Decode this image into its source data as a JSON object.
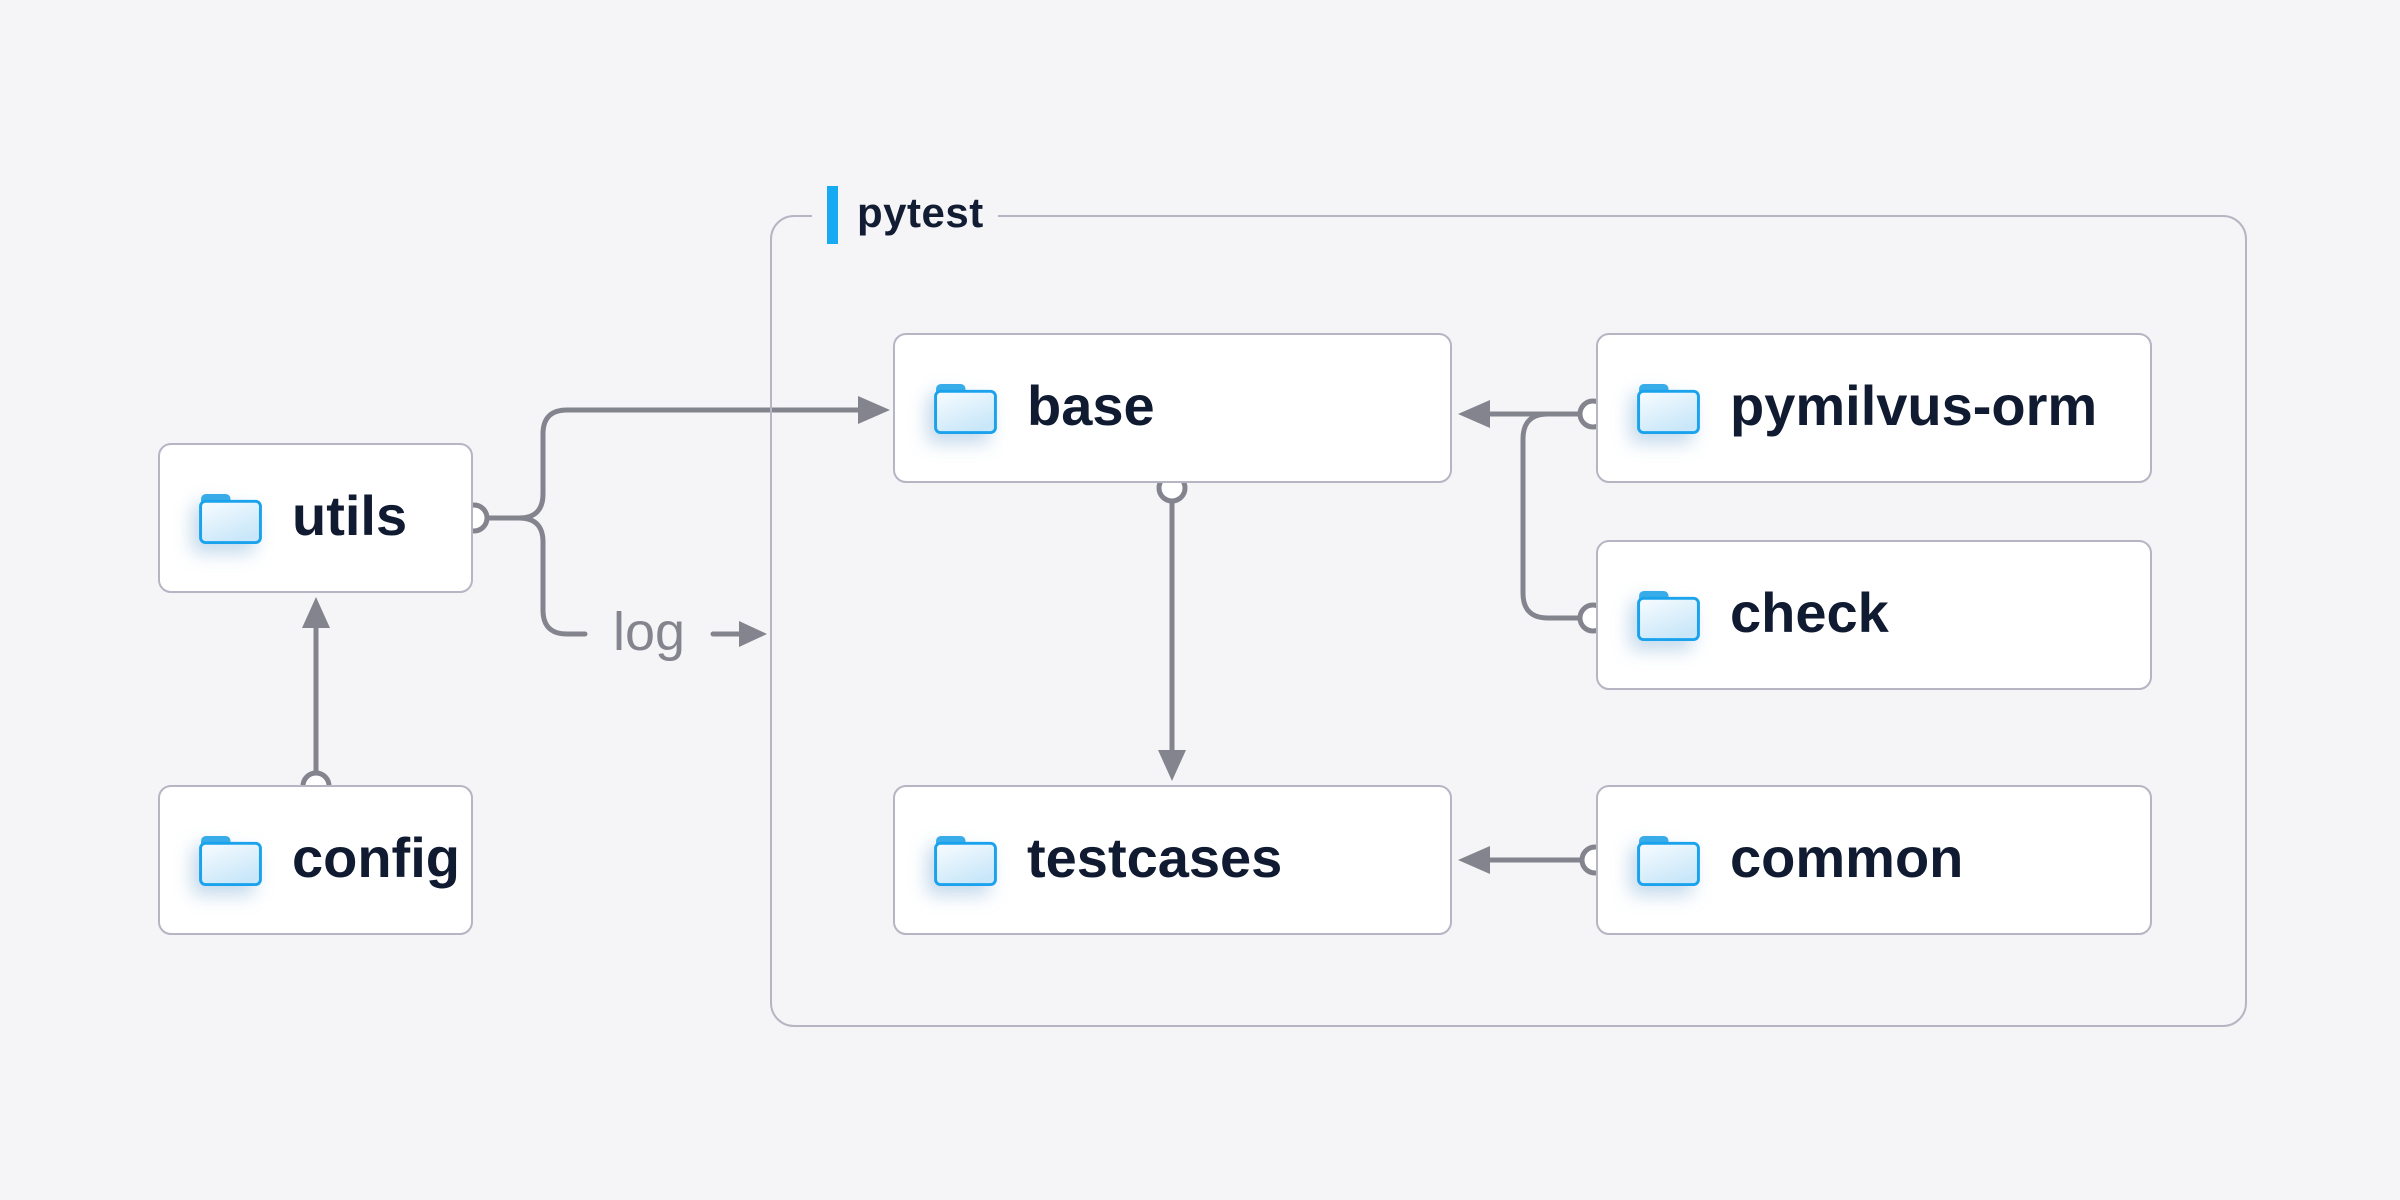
{
  "container": {
    "label": "pytest"
  },
  "nodes": [
    {
      "id": "utils",
      "label": "utils",
      "icon": "folder-icon"
    },
    {
      "id": "config",
      "label": "config",
      "icon": "folder-icon"
    },
    {
      "id": "base",
      "label": "base",
      "icon": "folder-icon"
    },
    {
      "id": "pymilvus-orm",
      "label": "pymilvus-orm",
      "icon": "folder-icon"
    },
    {
      "id": "check",
      "label": "check",
      "icon": "folder-icon"
    },
    {
      "id": "testcases",
      "label": "testcases",
      "icon": "folder-icon"
    },
    {
      "id": "common",
      "label": "common",
      "icon": "folder-icon"
    }
  ],
  "edges": [
    {
      "from": "utils",
      "to": "base",
      "label": ""
    },
    {
      "from": "utils",
      "to": "pytest-container",
      "label": "log"
    },
    {
      "from": "config",
      "to": "utils",
      "label": ""
    },
    {
      "from": "base",
      "to": "testcases",
      "label": ""
    },
    {
      "from": "pymilvus-orm",
      "to": "base",
      "label": ""
    },
    {
      "from": "check",
      "to": "base",
      "label": ""
    },
    {
      "from": "common",
      "to": "testcases",
      "label": ""
    }
  ],
  "colors": {
    "background": "#f5f5f7",
    "node_fill": "#ffffff",
    "node_border": "#b5b5c3",
    "connector_gray": "#84848e",
    "text_dark": "#101a30",
    "accent_blue": "#16aaf2",
    "folder_border_blue": "#1aa3ec",
    "folder_tab_blue": "#38abe9"
  }
}
